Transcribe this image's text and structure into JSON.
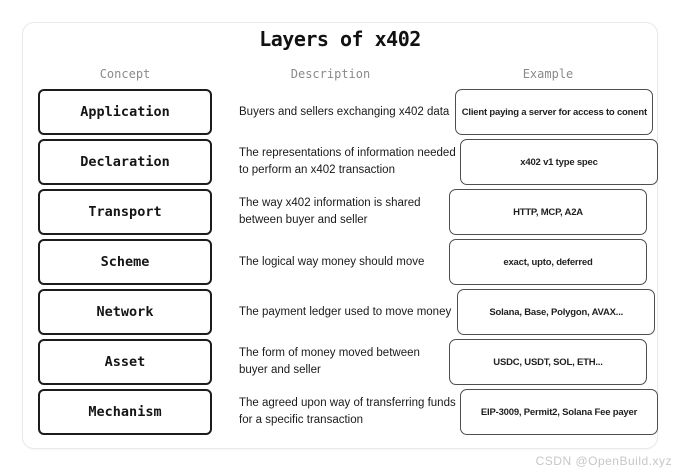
{
  "title": "Layers of x402",
  "columns": {
    "concept": "Concept",
    "description": "Description",
    "example": "Example"
  },
  "rows": [
    {
      "concept": "Application",
      "description": [
        "Buyers and sellers exchanging x402 data"
      ],
      "example": "Client paying a server for access to conent"
    },
    {
      "concept": "Declaration",
      "description": [
        "The representations of information needed",
        "to perform an x402 transaction"
      ],
      "example": "x402 v1 type spec"
    },
    {
      "concept": "Transport",
      "description": [
        "The way x402 information is shared",
        "between buyer and seller"
      ],
      "example": "HTTP, MCP, A2A"
    },
    {
      "concept": "Scheme",
      "description": [
        "The logical way money should move"
      ],
      "example": "exact, upto, deferred"
    },
    {
      "concept": "Network",
      "description": [
        "The payment ledger used to move money"
      ],
      "example": "Solana, Base, Polygon, AVAX..."
    },
    {
      "concept": "Asset",
      "description": [
        "The form of money moved between",
        "buyer and seller"
      ],
      "example": "USDC, USDT, SOL, ETH..."
    },
    {
      "concept": "Mechanism",
      "description": [
        "The agreed upon way of transferring funds",
        "for a specific transaction"
      ],
      "example": "EIP-3009, Permit2, Solana Fee payer"
    }
  ],
  "watermark": "CSDN @OpenBuild.xyz",
  "colors": {
    "concept_border": "#1c1c1c",
    "example_border": "#4f4f4f",
    "header_text": "#8a8a8a",
    "card_border": "#e9e9e9",
    "watermark": "#c7c7c7"
  }
}
